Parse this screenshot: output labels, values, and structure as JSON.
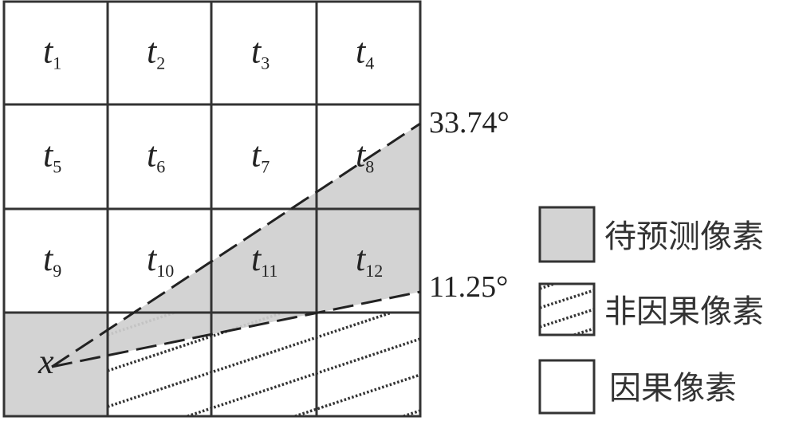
{
  "title": "Causal pixel prediction diagram",
  "cells": [
    {
      "label": "t",
      "sub": "1"
    },
    {
      "label": "t",
      "sub": "2"
    },
    {
      "label": "t",
      "sub": "3"
    },
    {
      "label": "t",
      "sub": "4"
    },
    {
      "label": "t",
      "sub": "5"
    },
    {
      "label": "t",
      "sub": "6"
    },
    {
      "label": "t",
      "sub": "7"
    },
    {
      "label": "t",
      "sub": "8"
    },
    {
      "label": "t",
      "sub": "9"
    },
    {
      "label": "t",
      "sub": "10"
    },
    {
      "label": "t",
      "sub": "11"
    },
    {
      "label": "t",
      "sub": "12"
    }
  ],
  "target_label": "x",
  "angles": {
    "upper": "33.74°",
    "lower": "11.25°"
  },
  "legend": [
    {
      "label": "待预测像素",
      "style": "gray"
    },
    {
      "label": "非因果像素",
      "style": "hatched"
    },
    {
      "label": "因果像素",
      "style": "white"
    }
  ],
  "colors": {
    "gray": "#d3d3d3",
    "line": "#333333"
  }
}
